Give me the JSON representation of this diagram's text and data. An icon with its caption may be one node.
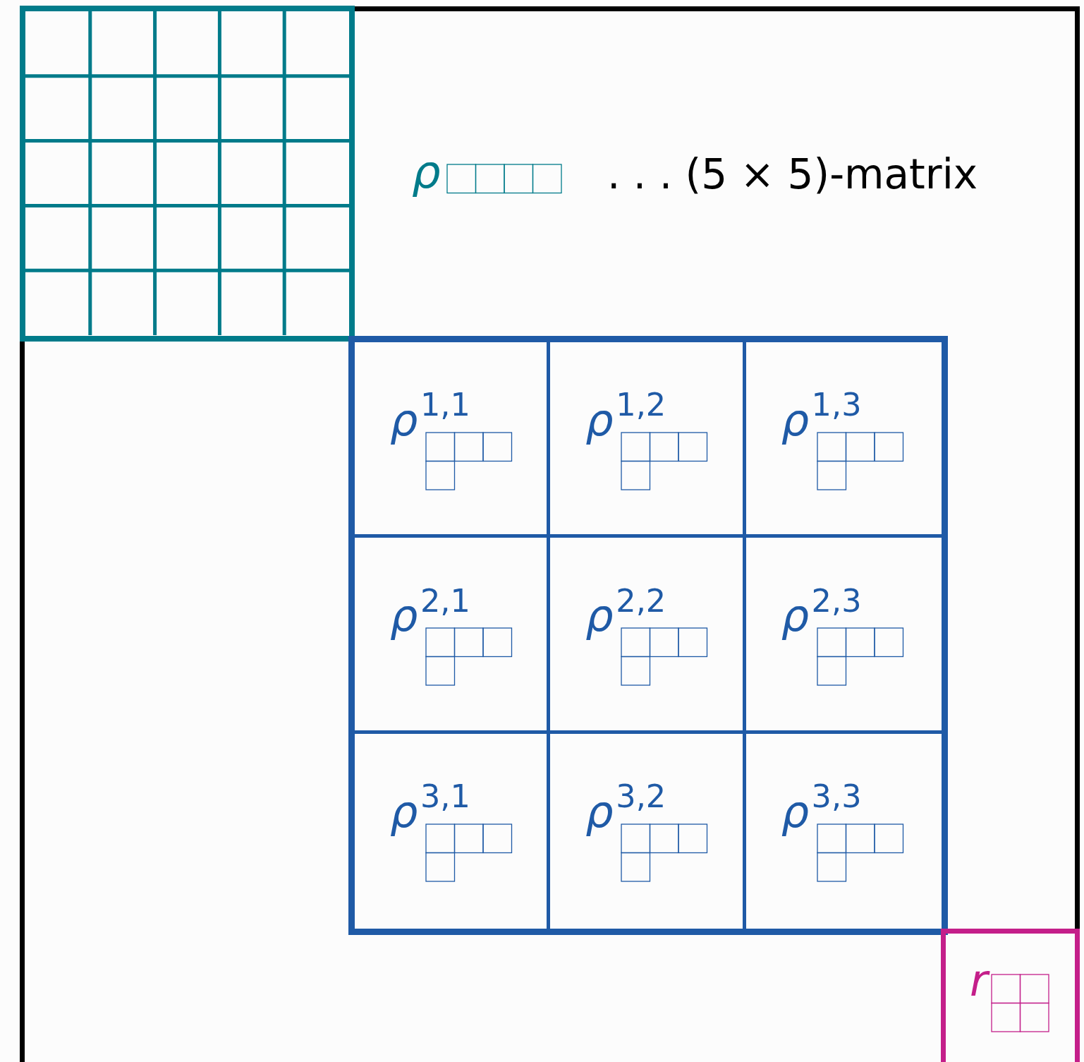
{
  "diagram": {
    "nodes": [
      {
        "text": [
          "ρ",
          ". . . (5 × 5)-matrix"
        ]
      },
      {
        "text": [],
        "shape": "box",
        "in": 0
      },
      {
        "text": [],
        "shape": "box",
        "in": 0
      },
      {
        "text": [
          "ρ$^{1,1}$"
        ],
        "in": 2
      },
      {
        "text": [
          "ρ$^{1,2}$"
        ],
        "in": 2
      },
      {
        "text": [
          "ρ$^{1,3}$"
        ],
        "in": 2
      },
      {
        "text": [
          "ρ$^{2,1}$"
        ],
        "in": 2
      },
      {
        "text": [
          "ρ$^{2,2}$"
        ],
        "in": 2
      },
      {
        "text": [
          "ρ$^{2,3}$"
        ],
        "in": 2
      },
      {
        "text": [
          "ρ$^{3,1}$"
        ],
        "in": 2
      },
      {
        "text": [
          "ρ$^{3,2}$"
        ],
        "in": 2
      },
      {
        "text": [
          "ρ$^{3,3}$"
        ],
        "in": 2
      },
      {
        "text": [
          "r"
        ],
        "in": 0
      }
    ],
    "edges": []
  }
}
